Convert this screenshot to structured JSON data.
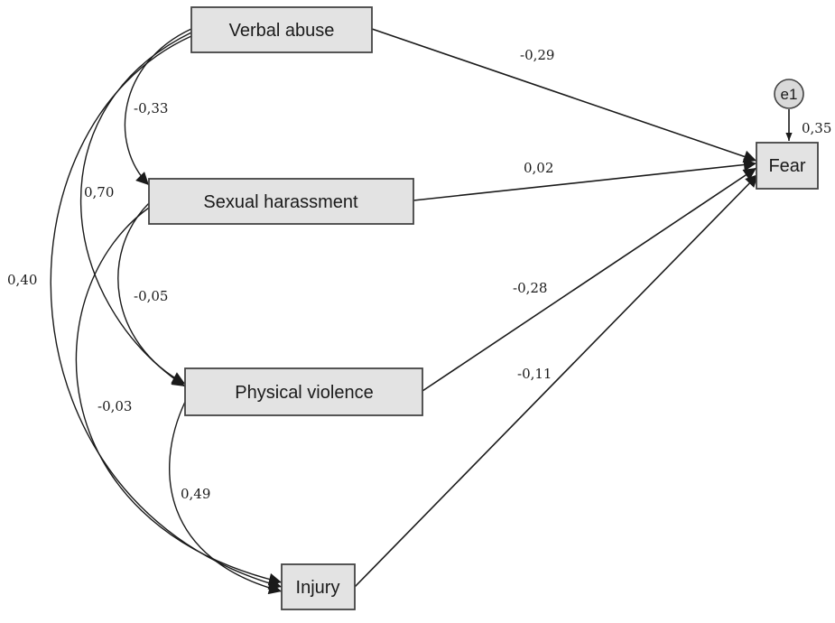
{
  "nodes": {
    "verbal": "Verbal abuse",
    "sexual": "Sexual harassment",
    "physical": "Physical violence",
    "injury": "Injury",
    "fear": "Fear",
    "error": "e1"
  },
  "paths": {
    "verbal_fear": "-0,29",
    "sexual_fear": "0,02",
    "physical_fear": "-0,28",
    "injury_fear": "-0,11"
  },
  "correlations": {
    "verbal_sexual": "-0,33",
    "verbal_physical": "0,70",
    "verbal_injury": "0,40",
    "sexual_physical": "-0,05",
    "sexual_injury": "-0,03",
    "physical_injury": "0,49"
  },
  "r_squared": "0,35"
}
